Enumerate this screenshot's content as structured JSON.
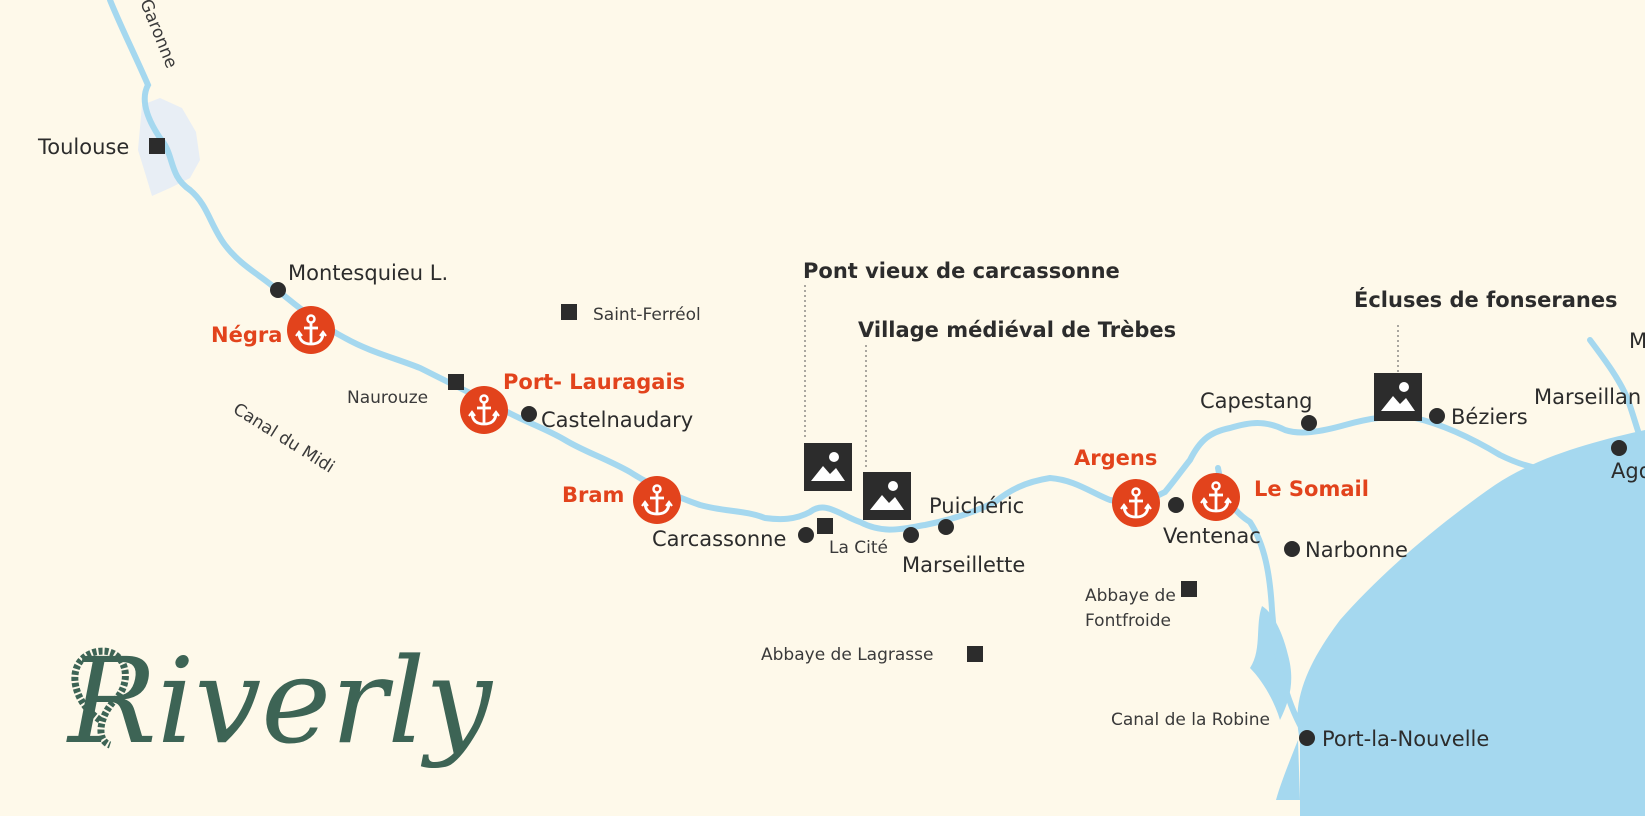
{
  "brand": {
    "name": "Riverly"
  },
  "colors": {
    "background": "#fef9ea",
    "river": "#a5d8ef",
    "sea": "#a5d8ef",
    "port": "#e2431c",
    "marker": "#2c2c2c",
    "logo": "#3d6455"
  },
  "rivers": {
    "garonne_label": "Garonne",
    "canal_du_midi": "Canal du Midi",
    "canal_de_la_robine": "Canal de la Robine"
  },
  "towns": {
    "toulouse": "Toulouse",
    "montesquieu": "Montesquieu L.",
    "castelnaudary": "Castelnaudary",
    "carcassonne": "Carcassonne",
    "marseillette": "Marseillette",
    "puicheric": "Puichéric",
    "ventenac": "Ventenac",
    "narbonne": "Narbonne",
    "capestang": "Capestang",
    "beziers": "Béziers",
    "marseillan": "Marseillan",
    "agde": "Agde",
    "m_cut": "M",
    "port_la_nouvelle": "Port-la-Nouvelle"
  },
  "sites": {
    "saint_ferreol": "Saint-Ferréol",
    "naurouze": "Naurouze",
    "la_cite": "La Cité",
    "abbaye_fontfroide": [
      "Abbaye de",
      "Fontfroide"
    ],
    "abbaye_lagrasse": "Abbaye de Lagrasse"
  },
  "ports": {
    "negra": "Négra",
    "port_lauragais": "Port- Lauragais",
    "bram": "Bram",
    "argens": "Argens",
    "le_somail": "Le Somail"
  },
  "points_of_interest": {
    "pont_vieux": "Pont vieux de carcassonne",
    "trebes": "Village médiéval de Trèbes",
    "fonseranes": "Écluses de fonseranes"
  },
  "icons": {
    "port": "anchor-icon",
    "poi": "image-icon",
    "town": "dot-marker",
    "site": "square-marker"
  }
}
